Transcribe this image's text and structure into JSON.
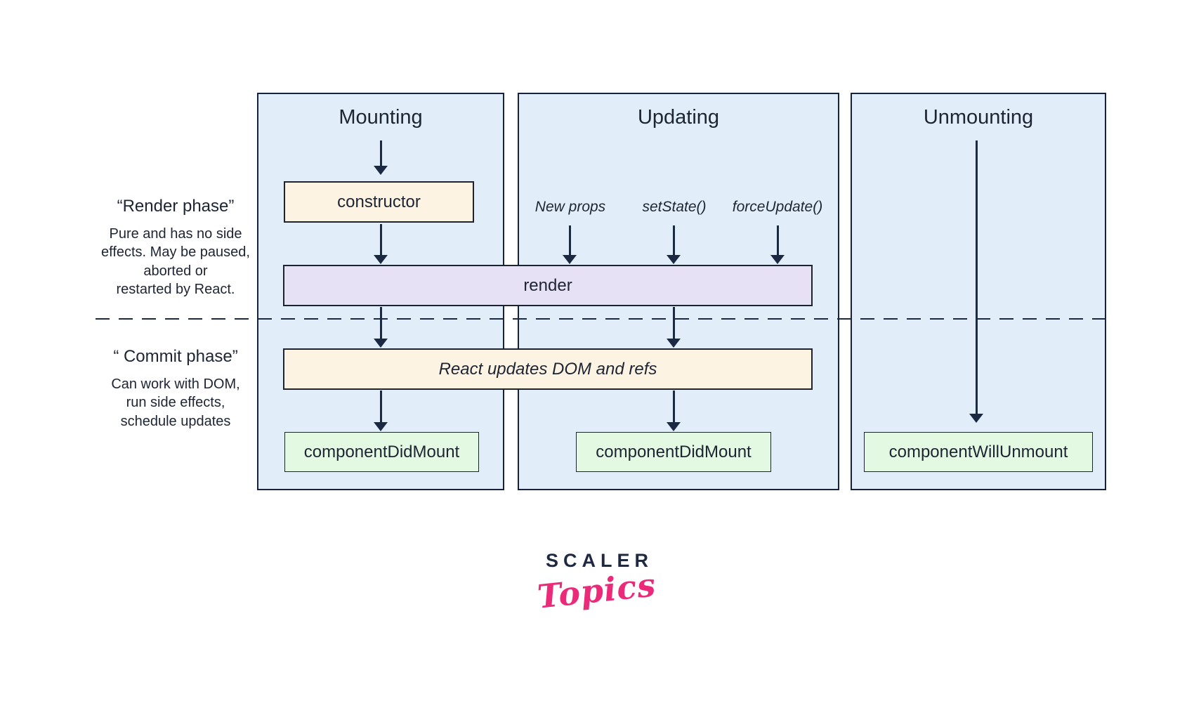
{
  "colors": {
    "page-bg": "#ffffff",
    "column-bg": "#e1eefa",
    "column-border": "#16233d",
    "cream-bg": "#fdf3e2",
    "lavender-bg": "#e7e1f6",
    "green-bg": "#e4f9e2",
    "box-border": "#1c2433",
    "arrow": "#1b2942",
    "text": "#1d2433",
    "logo-navy": "#1f2940",
    "logo-pink": "#ec2a7a"
  },
  "phases": {
    "render": {
      "title": "“Render phase”",
      "description": "Pure and has no side\neffects. May be paused,\naborted or\nrestarted by React."
    },
    "commit": {
      "title": "“ Commit phase”",
      "description": "Can work with DOM,\nrun side effects,\nschedule updates"
    }
  },
  "columns": {
    "mounting": {
      "title": "Mounting",
      "step_constructor": "constructor",
      "lifecycle_method": "componentDidMount"
    },
    "updating": {
      "title": "Updating",
      "triggers": [
        "New props",
        "setState()",
        "forceUpdate()"
      ],
      "lifecycle_method": "componentDidMount"
    },
    "unmounting": {
      "title": "Unmounting",
      "lifecycle_method": "componentWillUnmount"
    }
  },
  "shared": {
    "render_step": "render",
    "commit_step": "React updates DOM and refs"
  },
  "logo": {
    "brand": "SCALER",
    "sub_brand": "Topics"
  }
}
